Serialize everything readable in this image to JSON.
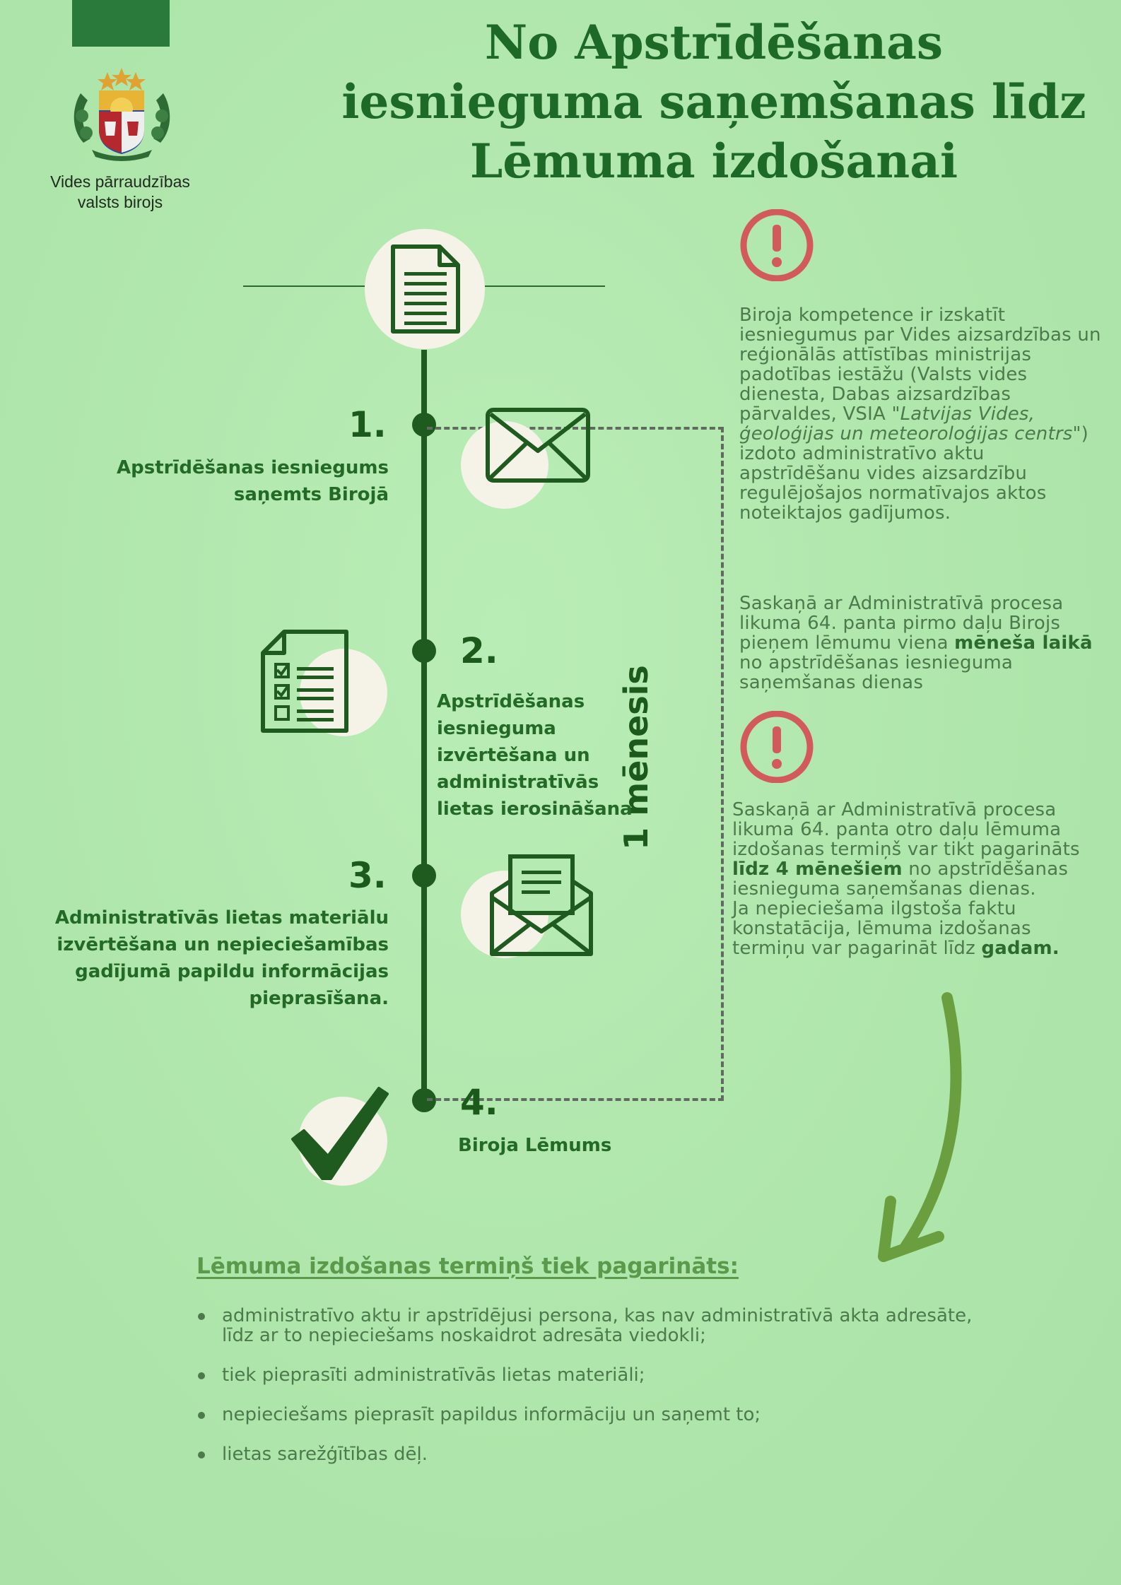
{
  "header": {
    "title": "No Apstrīdēšanas iesnieguma saņemšanas līdz Lēmuma izdošanai",
    "org_line1": "Vides pārraudzības",
    "org_line2": "valsts birojs"
  },
  "steps": [
    {
      "number": "1.",
      "label": "Apstrīdēšanas iesniegums saņemts Birojā"
    },
    {
      "number": "2.",
      "label": "Apstrīdēšanas iesnieguma izvērtēšana un administratīvās lietas ierosināšana"
    },
    {
      "number": "3.",
      "label": "Administratīvās lietas materiālu izvērtēšana un nepieciešamības gadījumā papildu informācijas pieprasīšana."
    },
    {
      "number": "4.",
      "label": "Biroja Lēmums"
    }
  ],
  "duration_label": "1 mēnesis",
  "notes": {
    "note1_a": "Biroja kompetence ir izskatīt\niesniegumus par Vides aizsardzības un\nreģionālās attīstības ministrijas\npadotības iestāžu (Valsts vides\ndienesta, Dabas aizsardzības\npārvaldes, VSIA \"",
    "note1_italic": "Latvijas Vides,\nģeoloģijas un meteoroloģijas centrs",
    "note1_b": "\")\nizdoto administratīvo aktu\napstrīdēšanu vides aizsardzību\nregulējošajos normatīvajos aktos\nnoteiktajos gadījumos.",
    "note2_a": "Saskaņā ar Administratīvā procesa\nlikuma 64. panta pirmo daļu Birojs\npieņem lēmumu viena ",
    "note2_bold": "mēneša laikā",
    "note2_b": "\nno apstrīdēšanas iesnieguma\nsaņemšanas dienas",
    "note3_a": "Saskaņā ar Administratīvā procesa\nlikuma 64. panta otro daļu lēmuma\nizdošanas termiņš var tikt pagarināts\n",
    "note3_bold1": "līdz 4 mēnešiem",
    "note3_b": " no apstrīdēšanas\niesnieguma saņemšanas dienas.\nJa nepieciešama ilgstoša faktu\nkonstatācija, lēmuma izdošanas\ntermiņu var pagarināt līdz ",
    "note3_bold2": "gadam."
  },
  "extension": {
    "heading": "Lēmuma izdošanas termiņš tiek pagarināts:",
    "items": [
      "administratīvo aktu ir apstrīdējusi persona, kas nav administratīvā akta adresāte, līdz ar to nepieciešams noskaidrot adresāta viedokli;",
      "tiek pieprasīti administratīvās lietas materiāli;",
      "nepieciešams pieprasīt papildus informāciju un saņemt to;",
      "lietas sarežģītības dēļ."
    ]
  },
  "icons": {
    "coat_of_arms": "coat-of-arms-icon",
    "document": "document-icon",
    "envelope": "envelope-icon",
    "checklist": "checklist-icon",
    "open_letter": "open-letter-icon",
    "checkmark": "checkmark-icon",
    "warning": "warning-icon",
    "arrow": "curved-arrow-icon"
  },
  "colors": {
    "background": "#b5eab2",
    "dark_green": "#1f5a1f",
    "accent_red": "#d35a5a",
    "arrow_green": "#6a9e3e"
  }
}
